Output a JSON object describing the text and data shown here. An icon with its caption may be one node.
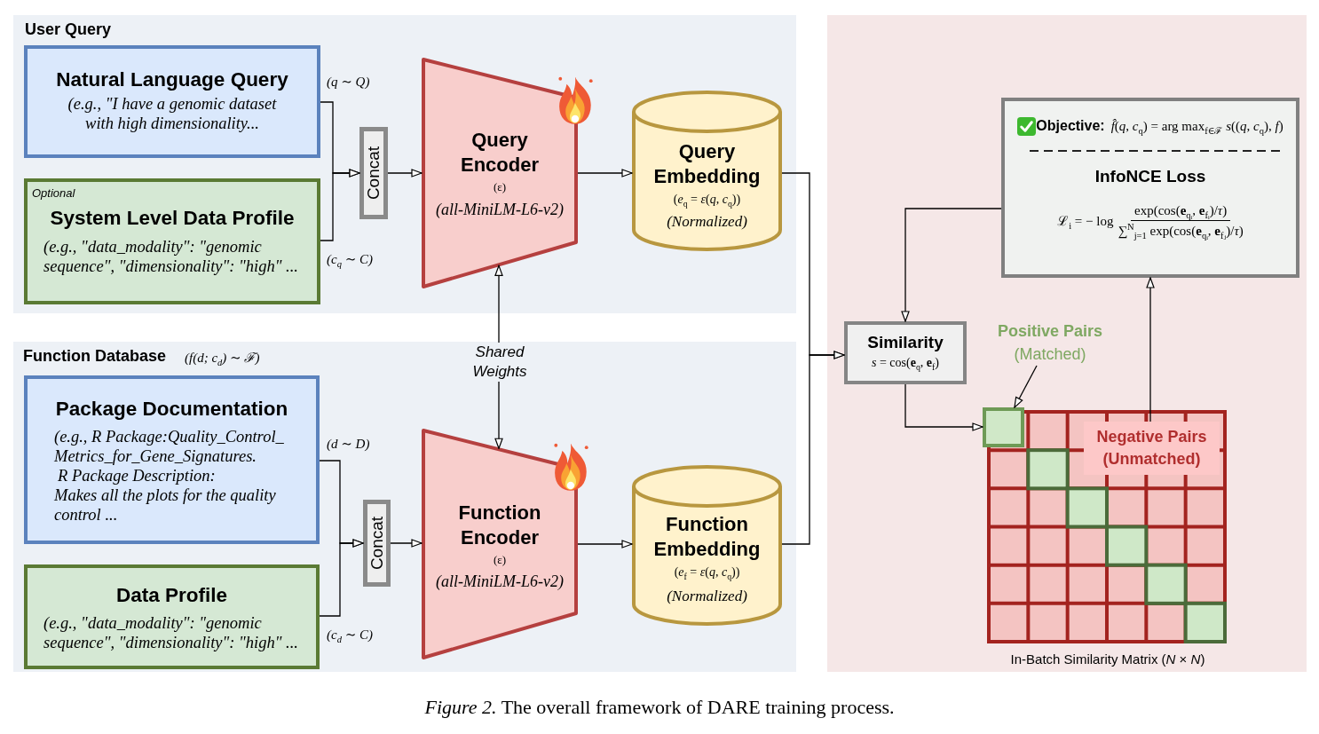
{
  "diagram": {
    "caption": "*Figure 2.* The overall framework of DARE training process.",
    "nodes": [
      {
        "text": [
          "User Query"
        ]
      },
      {
        "text": [
          "Natural Language Query",
          "(e.g., \"I have a genomic dataset with high dimensionality..."
        ],
        "in": 0
      },
      {
        "text": [
          "Optional",
          "System Level Data Profile",
          "(e.g., \"data_modality\": \"genomic sequence\", \"dimensionality\": \"high\" ..."
        ],
        "in": 0
      },
      {
        "text": [
          "Concat"
        ],
        "in": 0
      },
      {
        "text": [
          "Query Encoder",
          "(ε)",
          "(all-MiniLM-L6-v2)"
        ],
        "in": 0
      },
      {
        "text": [
          "Query Embedding",
          "(*e*$_{q}$ = *ε*(*q*, *c*$_{q}$))",
          "(Normalized)"
        ],
        "in": 0
      },
      {
        "text": [
          "Function Database",
          "(*f*(*d*; *c*$_{d}$) ∼ ℱ)"
        ]
      },
      {
        "text": [
          "Package Documentation",
          "(e.g., R Package:Quality_Control_ Metrics_for_Gene_Signatures.",
          "R Package Description:",
          "Makes all the plots for the quality control ..."
        ],
        "in": 6
      },
      {
        "text": [
          "Data Profile",
          "(e.g., \"data_modality\": \"genomic sequence\", \"dimensionality\": \"high\" ..."
        ],
        "in": 6
      },
      {
        "text": [
          "Concat"
        ],
        "in": 6
      },
      {
        "text": [
          "Function Encoder",
          "(ε)",
          "(all-MiniLM-L6-v2)"
        ],
        "in": 6
      },
      {
        "text": [
          "Function Embedding",
          "(*e*$_{f}$ = *ε*(*q*, *c*$_{q}$))",
          "(Normalized)"
        ],
        "in": 6
      },
      {
        "text": [
          "Shared Weights"
        ],
        "in": 6
      },
      {
        "text": [],
        "shape": "box"
      },
      {
        "text": [
          "Objective:",
          "*f̂*(*q*, *c*$_{q}$) = arg max$_{f∈ℱ}$ *s*((*q*, *c*$_{q}$), *f*)",
          "InfoNCE Loss",
          "ℒ$_{i}$ = − log",
          "exp(cos(**e**$_{qᵢ}$, **e**$_{fᵢ}$)/*τ*)",
          "∑$^{N}$$_{j=1}$ exp(cos(**e**$_{qᵢ}$, **e**$_{fⱼ}$)/*τ*)"
        ],
        "in": 13
      },
      {
        "text": [
          "Similarity",
          "*s* = cos(**e**$_{q}$, **e**$_{f}$)"
        ],
        "in": 13
      },
      {
        "text": [
          "**Positive Pairs** (Matched)"
        ],
        "in": 13
      },
      {
        "text": [],
        "shape": "grid",
        "in": 13,
        "beside": [
          "In-Batch Similarity Matrix (*N* × *N*)"
        ]
      },
      {
        "text": [],
        "shape": "box",
        "in": 17
      },
      {
        "text": [
          "Negative Pairs (Unmatched)"
        ],
        "in": 17
      }
    ],
    "edges": [
      {
        "from": 1,
        "to": 3,
        "arrow": "to",
        "label": "(q ∼ Q)"
      },
      {
        "from": 2,
        "to": 3,
        "arrow": "to",
        "label": "(c$_{q}$ ∼ C)"
      },
      {
        "from": 3,
        "to": 4,
        "arrow": "to"
      },
      {
        "from": 4,
        "to": 5,
        "arrow": "to"
      },
      {
        "from": 12,
        "to": 4,
        "arrow": "to"
      },
      {
        "from": 12,
        "to": 10,
        "arrow": "to"
      },
      {
        "from": 7,
        "to": 9,
        "arrow": "to",
        "label": "(d ∼ D)"
      },
      {
        "from": 8,
        "to": 9,
        "arrow": "to",
        "label": "(c$_{d}$ ∼ C)"
      },
      {
        "from": 9,
        "to": 10,
        "arrow": "to"
      },
      {
        "from": 10,
        "to": 11,
        "arrow": "to"
      },
      {
        "from": 5,
        "to": 15,
        "arrow": "to"
      },
      {
        "from": 11,
        "to": 15,
        "arrow": "to"
      },
      {
        "from": 14,
        "to": 15,
        "arrow": "to"
      },
      {
        "from": 15,
        "to": 18,
        "arrow": "to"
      },
      {
        "from": 16,
        "to": 18,
        "arrow": "to"
      },
      {
        "from": 19,
        "to": 14,
        "arrow": "to"
      }
    ]
  }
}
